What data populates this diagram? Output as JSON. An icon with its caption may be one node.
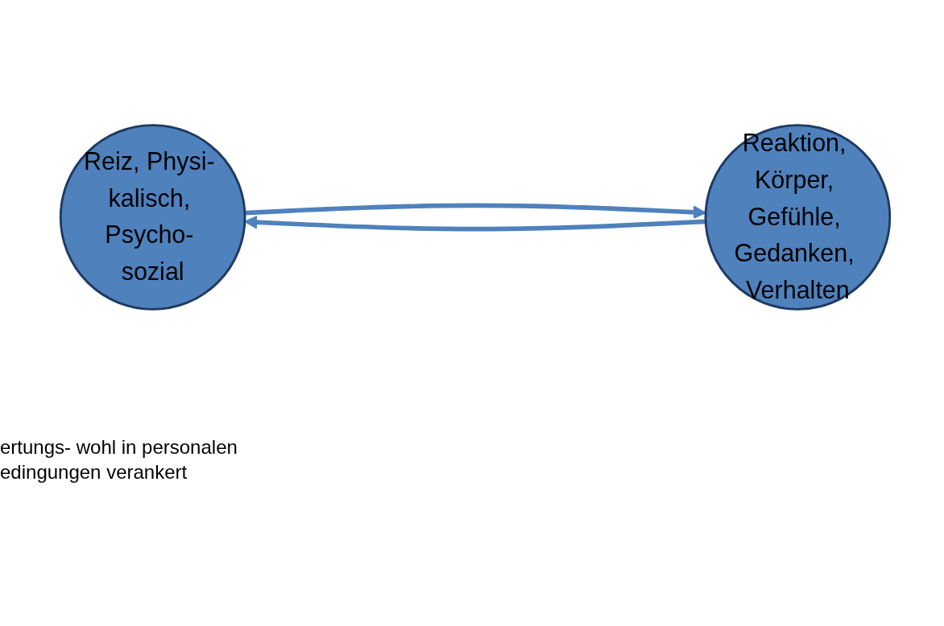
{
  "diagram": {
    "nodes": [
      {
        "text": [
          "Reiz, Physi- kalisch, Psycho- sozial"
        ]
      },
      {
        "text": [
          "Reaktion, Körper, Gefühle, Gedanken, Verhalten"
        ]
      }
    ],
    "edges": [
      {
        "from": 0,
        "to": 1,
        "arrow": "to"
      },
      {
        "from": 1,
        "to": 0,
        "arrow": "to"
      }
    ],
    "labels": [
      "ertungs- wohl in personalen edingungen verankert"
    ]
  }
}
